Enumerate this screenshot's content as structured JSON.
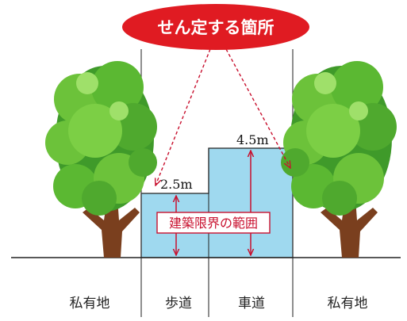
{
  "callout": {
    "text": "せん定する箇所",
    "fill": "#e01b22",
    "text_color": "#ffffff"
  },
  "clearance_label": {
    "text": "建築限界の範囲",
    "color": "#c8102e"
  },
  "heights": {
    "sidewalk": "2.5m",
    "roadway": "4.5m"
  },
  "zones": {
    "private_left": "私有地",
    "sidewalk": "歩道",
    "roadway": "車道",
    "private_right": "私有地"
  },
  "colors": {
    "clearance_fill": "#9fd9ef",
    "clearance_stroke": "#222222",
    "arrow": "#c8102e",
    "foliage": "#5bb832",
    "trunk": "#7a3f1e"
  }
}
